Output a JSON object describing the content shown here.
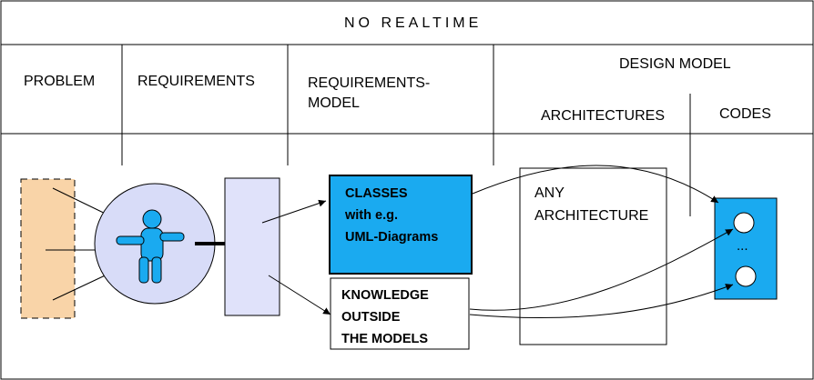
{
  "header": {
    "title": "NO REALTIME"
  },
  "columns": {
    "problem": "PROBLEM",
    "requirements": "REQUIREMENTS",
    "requirements_model": "REQUIREMENTS-\nMODEL",
    "design_model": "DESIGN MODEL",
    "architectures": "ARCHITECTURES",
    "codes": "CODES"
  },
  "boxes": {
    "classes": "CLASSES\nwith e.g.\nUML-Diagrams",
    "knowledge": "KNOWLEDGE\nOUTSIDE\nTHE MODELS",
    "any_architecture": "ANY\nARCHITECTURE",
    "codes_dots": "..."
  },
  "colors": {
    "problem_fill": "#f9d4a8",
    "user_circle_fill": "#d8dcf8",
    "person_fill": "#1aaaf0",
    "requirements_box_fill": "#e0e2fa",
    "classes_fill": "#1aaaf0",
    "codes_fill": "#1aaaf0"
  }
}
